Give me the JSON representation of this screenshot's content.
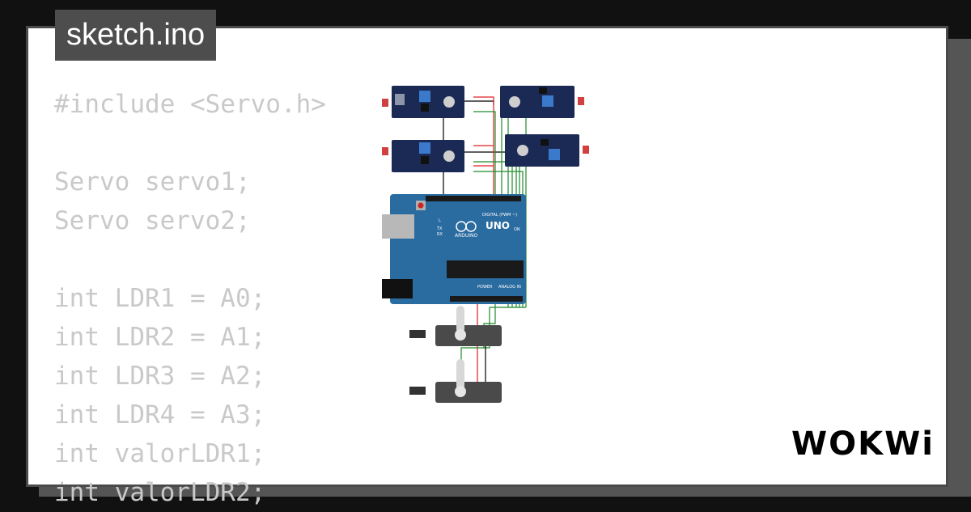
{
  "tab": {
    "title": "sketch.ino"
  },
  "code": {
    "lines": [
      "#include <Servo.h>",
      "",
      "Servo servo1;",
      "Servo servo2;",
      "",
      "int LDR1 = A0;",
      "int LDR2 = A1;",
      "int LDR3 = A2;",
      "int LDR4 = A3;",
      "int valorLDR1;",
      "int valorLDR2;"
    ]
  },
  "board": {
    "model": "UNO",
    "brand": "ARDUINO",
    "digital_label": "DIGITAL (PWM ~)",
    "power_label": "POWER",
    "analog_label": "ANALOG IN",
    "on_label": "ON",
    "led_labels": [
      "L",
      "TX",
      "RX"
    ]
  },
  "brand": {
    "logo_text": "WOKWi"
  },
  "colors": {
    "background": "#111111",
    "card": "#ffffff",
    "tab": "#4d4d4d",
    "code_text": "#c9c9c9",
    "board": "#2a6ba0",
    "sensor": "#1b2a55",
    "wire_red": "#e02020",
    "wire_green": "#1e8a2a",
    "wire_black": "#000000"
  }
}
